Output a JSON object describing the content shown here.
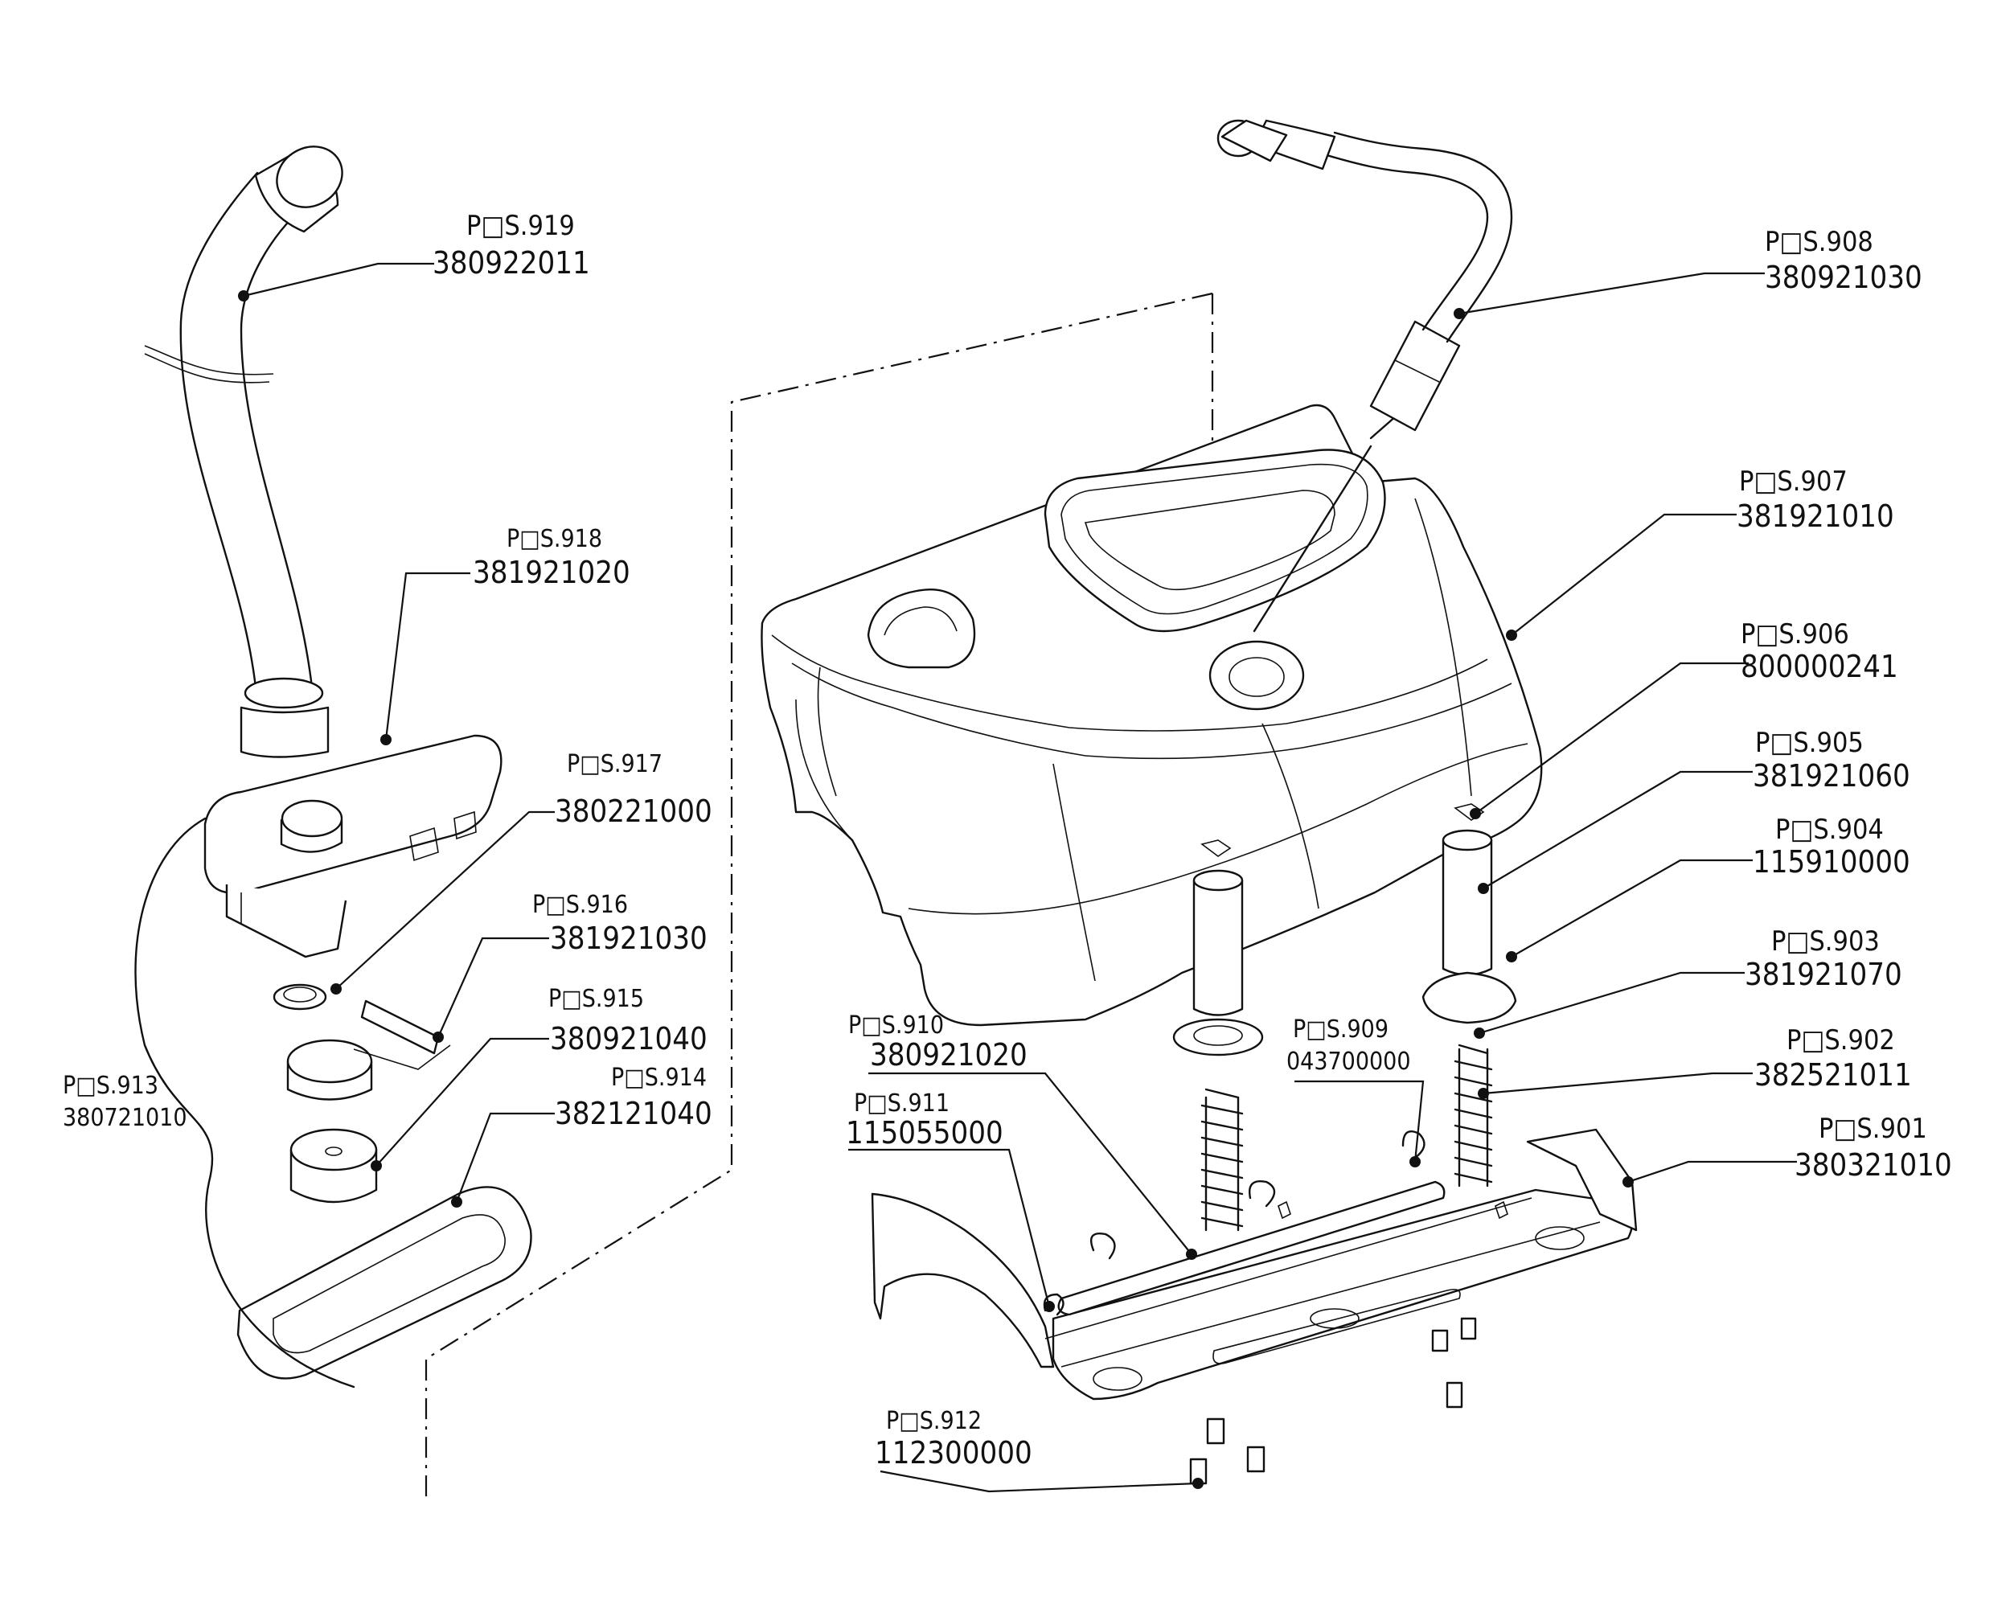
{
  "callouts": [
    {
      "pos": "P□S.919",
      "part": "380922011"
    },
    {
      "pos": "P□S.918",
      "part": "381921020"
    },
    {
      "pos": "P□S.917",
      "part": "380221000"
    },
    {
      "pos": "P□S.916",
      "part": "381921030"
    },
    {
      "pos": "P□S.915",
      "part": "380921040"
    },
    {
      "pos": "P□S.914",
      "part": "382121040"
    },
    {
      "pos": "P□S.913",
      "part": "380721010"
    },
    {
      "pos": "P□S.908",
      "part": "380921030"
    },
    {
      "pos": "P□S.907",
      "part": "381921010"
    },
    {
      "pos": "P□S.906",
      "part": "800000241"
    },
    {
      "pos": "P□S.905",
      "part": "381921060"
    },
    {
      "pos": "P□S.904",
      "part": "115910000"
    },
    {
      "pos": "P□S.903",
      "part": "381921070"
    },
    {
      "pos": "P□S.902",
      "part": "382521011"
    },
    {
      "pos": "P□S.901",
      "part": "380321010"
    },
    {
      "pos": "P□S.910",
      "part": "380921020"
    },
    {
      "pos": "P□S.909",
      "part": "043700000"
    },
    {
      "pos": "P□S.911",
      "part": "115055000"
    },
    {
      "pos": "P□S.912",
      "part": "112300000"
    }
  ]
}
